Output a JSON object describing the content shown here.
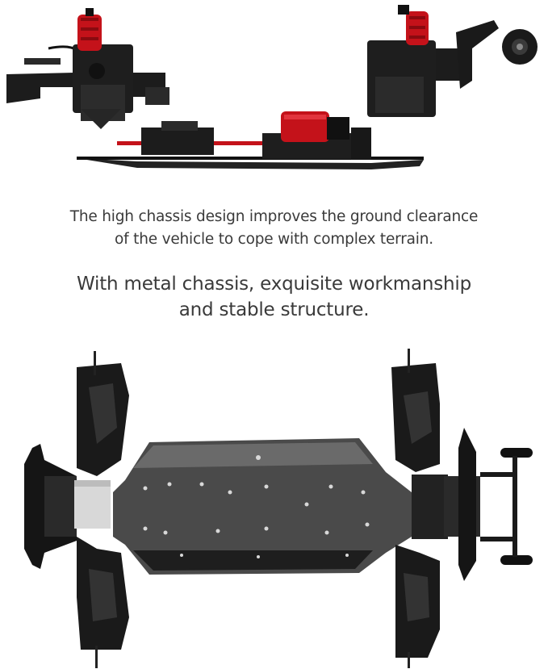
{
  "captions": {
    "clearance_line1": "The high chassis design improves the ground clearance",
    "clearance_line2": "of the vehicle to cope with complex terrain.",
    "metal_line1": "With metal chassis, exquisite workmanship",
    "metal_line2": "and stable structure."
  },
  "colors": {
    "background": "#ffffff",
    "chassis_dark": "#1c1c1c",
    "plate_gray": "#4a4a4a",
    "accent_red": "#c4121a",
    "silver": "#d8d8d8"
  }
}
